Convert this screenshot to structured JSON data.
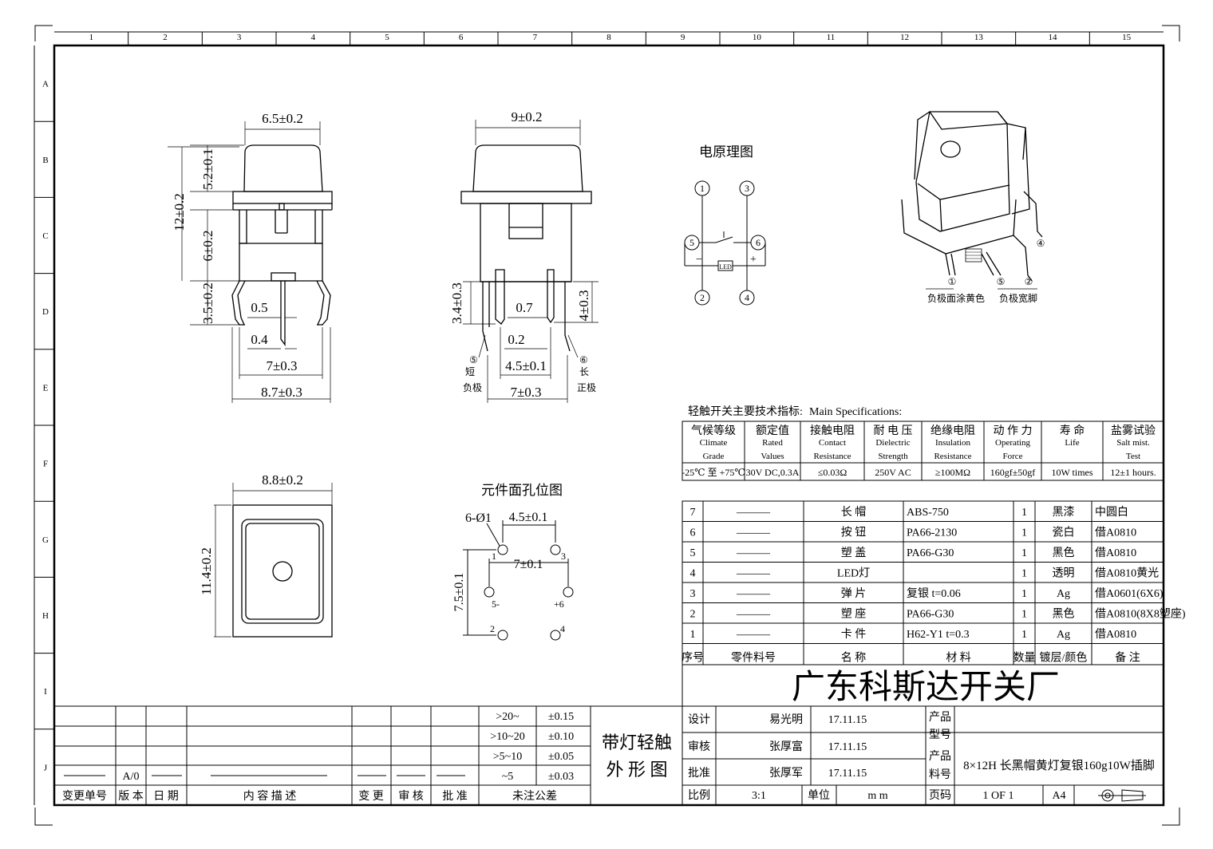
{
  "grid": {
    "columns": [
      "1",
      "2",
      "3",
      "4",
      "5",
      "6",
      "7",
      "8",
      "9",
      "10",
      "11",
      "12",
      "13",
      "14",
      "15"
    ],
    "rows": [
      "A",
      "B",
      "C",
      "D",
      "E",
      "F",
      "G",
      "H",
      "I",
      "J"
    ]
  },
  "views": {
    "side_left": {
      "top_width": "6.5±0.2",
      "cap_height": "5.2±0.1",
      "total_height": "12±0.2",
      "body_height": "6±0.2",
      "pin_height": "3.5±0.2",
      "pin_width": "0.5",
      "pin_thickness": "0.4",
      "pin_span": "7±0.3",
      "base_width": "8.7±0.3"
    },
    "side_right": {
      "top_width": "9±0.2",
      "pin_left_height": "3.4±0.3",
      "pin_right_height": "4±0.3",
      "pin_width": "0.7",
      "pin_thickness": "0.2",
      "pin_gap": "4.5±0.1",
      "pin_span": "7±0.3",
      "pin5_note": "⑤",
      "pin5_label1": "短",
      "pin5_label2": "负极",
      "pin6_note": "⑥",
      "pin6_label1": "长",
      "pin6_label2": "正极"
    },
    "top": {
      "width": "8.8±0.2",
      "height": "11.4±0.2"
    },
    "schematic": {
      "title": "电原理图",
      "pins": [
        "1",
        "3",
        "5",
        "6",
        "2",
        "4"
      ],
      "minus": "−",
      "plus": "+",
      "led": "LED"
    },
    "footprint": {
      "title": "元件面孔位图",
      "holes": "6-Ø1",
      "pitch": "4.5±0.1",
      "span_x": "7±0.1",
      "span_y": "7.5±0.1",
      "labels": [
        "1",
        "3",
        "5-",
        "+6",
        "2",
        "4"
      ]
    },
    "iso": {
      "callouts": [
        "①",
        "⑤",
        "②",
        "④"
      ],
      "note_left": "负极面涂黄色",
      "note_right": "负极宽脚"
    }
  },
  "specs": {
    "title_cn": "轻触开关主要技术指标:",
    "title_en": "Main Specifications:",
    "headers": [
      {
        "cn": "气候等级",
        "en1": "Climate",
        "en2": "Grade"
      },
      {
        "cn": "额定值",
        "en1": "Rated",
        "en2": "Values"
      },
      {
        "cn": "接触电阻",
        "en1": "Contact",
        "en2": "Resistance"
      },
      {
        "cn": "耐 电 压",
        "en1": "Dielectric",
        "en2": "Strength"
      },
      {
        "cn": "绝缘电阻",
        "en1": "Insulation",
        "en2": "Resistance"
      },
      {
        "cn": "动 作 力",
        "en1": "Operating",
        "en2": "Force"
      },
      {
        "cn": "寿  命",
        "en1": "Life",
        "en2": ""
      },
      {
        "cn": "盐雾试验",
        "en1": "Salt mist.",
        "en2": "Test"
      }
    ],
    "values": [
      "-25℃ 至 +75℃",
      "30V DC,0.3A",
      "≤0.03Ω",
      "250V AC",
      "≥100MΩ",
      "160gf±50gf",
      "10W times",
      "12±1 hours."
    ]
  },
  "bom": {
    "rows": [
      {
        "no": "7",
        "part": "———",
        "name": "长  帽",
        "material": "ABS-750",
        "qty": "1",
        "finish": "黑漆",
        "note": "中圆白"
      },
      {
        "no": "6",
        "part": "———",
        "name": "按  钮",
        "material": "PA66-2130",
        "qty": "1",
        "finish": "瓷白",
        "note": "借A0810"
      },
      {
        "no": "5",
        "part": "———",
        "name": "塑  盖",
        "material": "PA66-G30",
        "qty": "1",
        "finish": "黑色",
        "note": "借A0810"
      },
      {
        "no": "4",
        "part": "———",
        "name": "LED灯",
        "material": "",
        "qty": "1",
        "finish": "透明",
        "note": "借A0810黄光"
      },
      {
        "no": "3",
        "part": "———",
        "name": "弹  片",
        "material": "复银 t=0.06",
        "qty": "1",
        "finish": "Ag",
        "note": "借A0601(6X6)"
      },
      {
        "no": "2",
        "part": "———",
        "name": "塑  座",
        "material": "PA66-G30",
        "qty": "1",
        "finish": "黑色",
        "note": "借A0810(8X8塑座)"
      },
      {
        "no": "1",
        "part": "———",
        "name": "卡  件",
        "material": "H62-Y1 t=0.3",
        "qty": "1",
        "finish": "Ag",
        "note": "借A0810"
      }
    ],
    "header": {
      "no": "序号",
      "part": "零件料号",
      "name": "名  称",
      "material": "材    料",
      "qty": "数量",
      "finish": "镀层/颜色",
      "note": "备  注"
    }
  },
  "title_block": {
    "company": "广东科斯达开关厂",
    "design_label": "设计",
    "design_name": "易光明",
    "design_date": "17.11.15",
    "check_label": "审核",
    "check_name": "张厚富",
    "check_date": "17.11.15",
    "approve_label": "批准",
    "approve_name": "张厚军",
    "approve_date": "17.11.15",
    "product_model_label1": "产品",
    "product_model_label2": "型号",
    "product_code_label1": "产品",
    "product_code_label2": "料号",
    "product_desc": "8×12H 长黑帽黄灯复银160g10W插脚",
    "scale_label": "比例",
    "scale": "3:1",
    "unit_label": "单位",
    "unit": "m m",
    "page_label": "页码",
    "page": "1 OF 1",
    "size": "A4"
  },
  "tolerance": {
    "rows": [
      [
        ">20~",
        "±0.15"
      ],
      [
        ">10~20",
        "±0.10"
      ],
      [
        ">5~10",
        "±0.05"
      ],
      [
        "~5",
        "±0.03"
      ]
    ],
    "footer": "未注公差",
    "drawing_name_1": "带灯轻触",
    "drawing_name_2": "外 形 图"
  },
  "revision": {
    "rev": "A/0",
    "headers": [
      "变更单号",
      "版 本",
      "日 期",
      "内 容 描 述",
      "变 更",
      "审 核",
      "批 准"
    ]
  }
}
